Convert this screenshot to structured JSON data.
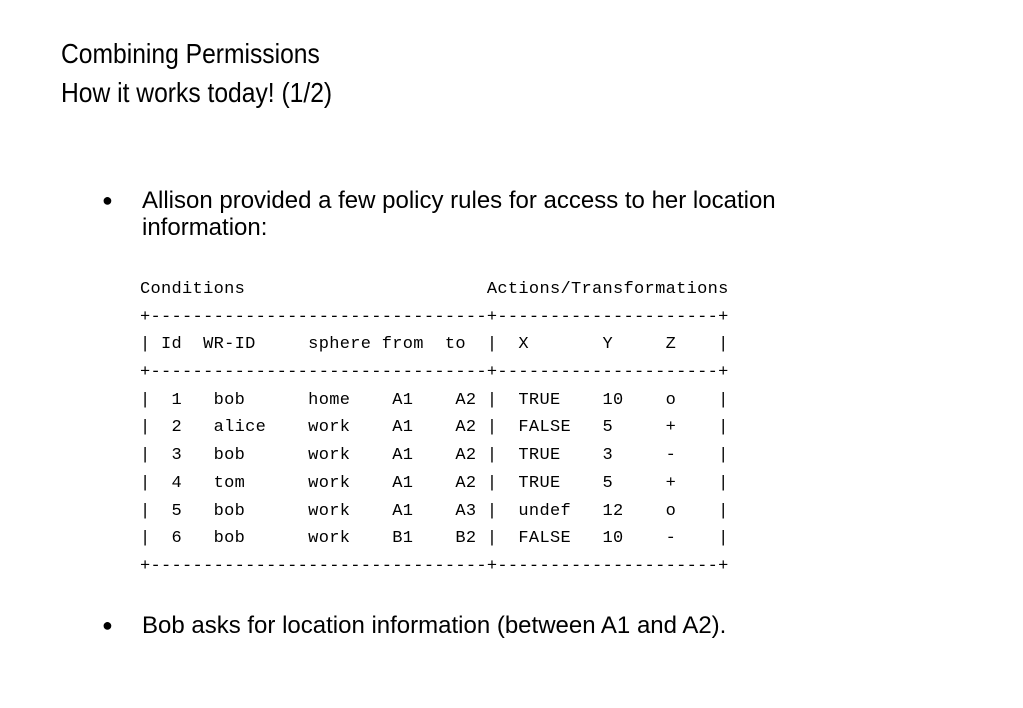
{
  "title": {
    "line1": "Combining Permissions",
    "line2": "How it works today! (1/2)"
  },
  "bullets": [
    {
      "marker": "●",
      "text": "Allison provided a few policy rules for access to her location information:"
    },
    {
      "marker": "●",
      "text": "Bob asks for location information (between A1 and A2)."
    }
  ],
  "policy_table": {
    "section_headers": {
      "left": "Conditions",
      "right": "Actions/Transformations"
    },
    "columns": [
      "Id",
      "WR-ID",
      "sphere",
      "from",
      "to",
      "X",
      "Y",
      "Z"
    ],
    "rows": [
      [
        "1",
        "bob",
        "home",
        "A1",
        "A2",
        "TRUE",
        "10",
        "o"
      ],
      [
        "2",
        "alice",
        "work",
        "A1",
        "A2",
        "FALSE",
        "5",
        "+"
      ],
      [
        "3",
        "bob",
        "work",
        "A1",
        "A2",
        "TRUE",
        "3",
        "-"
      ],
      [
        "4",
        "tom",
        "work",
        "A1",
        "A2",
        "TRUE",
        "5",
        "+"
      ],
      [
        "5",
        "bob",
        "work",
        "A1",
        "A3",
        "undef",
        "12",
        "o"
      ],
      [
        "6",
        "bob",
        "work",
        "B1",
        "B2",
        "FALSE",
        "10",
        "-"
      ]
    ]
  }
}
